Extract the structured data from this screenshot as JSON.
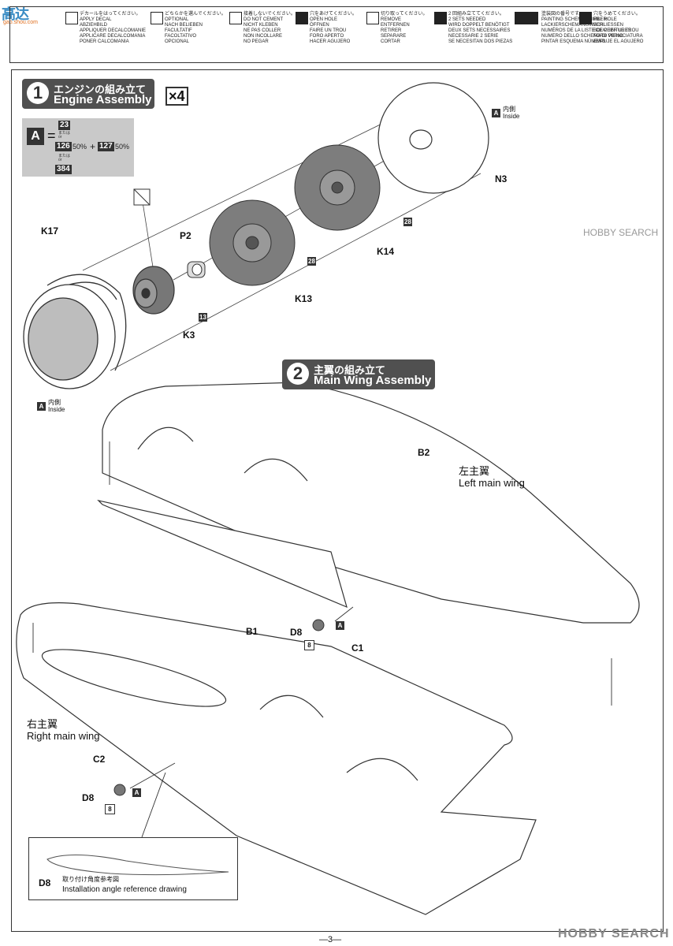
{
  "watermark": {
    "brand": "高达",
    "sub": "gao.shou.com"
  },
  "legend": [
    {
      "icon": "decal-icon",
      "text": "デカールをはってください。\nAPPLY DECAL\nABZIEHBILD\nAPPLIQUER DECALCOMANIE\nAPPLICARE DECALCOMANIA\nPONER CALCOMANIA"
    },
    {
      "icon": "optional-icon",
      "text": "どちらかを選んでください。\nOPTIONAL\nNACH BELIEBEN\nFACULTATIF\nFACOLTATIVO\nOPCIONAL"
    },
    {
      "icon": "no-cement-icon",
      "text": "接着しないでください。\nDO NOT CEMENT\nNICHT KLEBEN\nNE PAS COLLER\nNON INCOLLARE\nNO PEGAR"
    },
    {
      "icon": "open-hole-icon",
      "text": "穴をあけてください。\nOPEN HOLE\nÖFFNEN\nFAIRE UN TROU\nFORO APERTO\nHACER AGUJERO"
    },
    {
      "icon": "remove-icon",
      "text": "切り取ってください。\nREMOVE\nENTFERNEN\nRETIRER\nSEPARARE\nCORTAR"
    },
    {
      "icon": "two-sets-icon",
      "text": "2 回組み立ててください。\n2 SETS NEEDED\nWIRD DOPPELT BENÖTIGT\nDEUX SETS NECESSAIRES\nNECESSARIE 2 SERIE\nSE NECESITAN DOS PIEZAS"
    },
    {
      "icon": "scheme-icon",
      "text": "塗装図の番号です。\nPAINTING SCHEME NUMBER\nLACKIERSCHEMANUMMER\nNUMÉROS DE LA LISTE DE PEINTURES\nNUMERO DELLO SCHEMA DI VERNICIATURA\nPINTAR ESQUEMA NÚMERO"
    },
    {
      "icon": "fill-hole-icon",
      "text": "穴をうめてください。\nFILL HOLE\nSCHLIESSEN\nBOUCHER LE TROU\nFORO PIENO\nEMPUJE EL AGUJERO"
    }
  ],
  "step1": {
    "num": "1",
    "jp": "エンジンの組み立て",
    "en": "Engine Assembly",
    "multiplier": "×4"
  },
  "paint_callout": {
    "letter": "A",
    "eq": "=",
    "c1": "23",
    "or1": "または\nor",
    "c2": "126",
    "p2": "50%",
    "plus": "+",
    "c3": "127",
    "p3": "50%",
    "or2": "または\nor",
    "c4": "384"
  },
  "engine_labels": {
    "k17": "K17",
    "p2": "P2",
    "k3": "K3",
    "k13": "K13",
    "k14": "K14",
    "n3": "N3",
    "paint13": "13",
    "paint28a": "28",
    "paint28b": "28",
    "inside_tag": "A",
    "inside_jp": "内側",
    "inside_en": "Inside"
  },
  "step2": {
    "num": "2",
    "jp": "主翼の組み立て",
    "en": "Main Wing Assembly"
  },
  "wing_labels": {
    "b2": "B2",
    "left_jp": "左主翼",
    "left_en": "Left main wing",
    "b1": "B1",
    "c1": "C1",
    "c2": "C2",
    "d8a": "D8",
    "d8b": "D8",
    "paint8a": "8",
    "paint8b": "8",
    "tag_a1": "A",
    "tag_a2": "A",
    "right_jp": "右主翼",
    "right_en": "Right main wing",
    "ref_part": "D8",
    "ref_jp": "取り付け角度参考図",
    "ref_en": "Installation angle reference drawing"
  },
  "page_number": "—3—",
  "site_watermark": "HOBBY SEARCH",
  "side_watermark": "HOBBY SEARCH"
}
